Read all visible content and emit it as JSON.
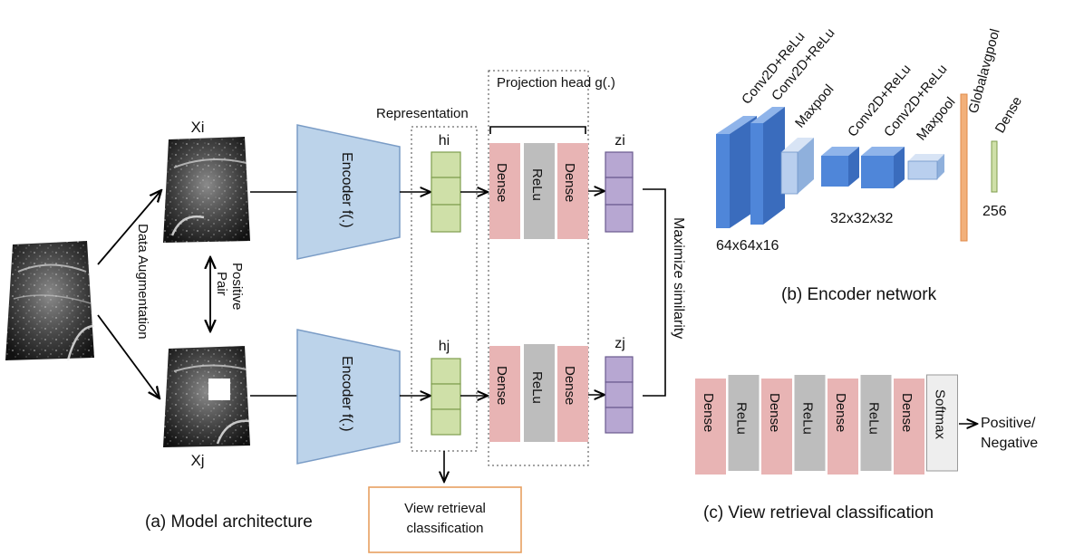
{
  "labels": {
    "xi": "Xi",
    "xj": "Xj",
    "data_augmentation": "Data Augmentation",
    "positive_pair_line1": "Positive",
    "positive_pair_line2": "Pair",
    "encoder": "Encoder f(.)",
    "representation": "Representation",
    "projection_head": "Projection head  g(.)",
    "hi": "hi",
    "hj": "hj",
    "zi": "zi",
    "zj": "zj",
    "dense": "Dense",
    "relu": "ReLu",
    "maximize_similarity": "Maximize similarity",
    "view_retrieval_line1": "View retrieval",
    "view_retrieval_line2": "classification",
    "caption_a": "(a) Model architecture",
    "caption_b": "(b) Encoder network",
    "caption_c": "(c) View retrieval classification"
  },
  "encoder_network": {
    "layer_labels": [
      "Conv2D+ReLu",
      "Conv2D+ReLu",
      "Maxpool",
      "Conv2D+ReLu",
      "Conv2D+ReLu",
      "Maxpool",
      "Globalavgpool",
      "Dense"
    ],
    "dims": [
      "64x64x16",
      "32x32x32",
      "256"
    ]
  },
  "classifier": {
    "layers": [
      "Dense",
      "ReLu",
      "Dense",
      "ReLu",
      "Dense",
      "ReLu",
      "Dense",
      "Softmax"
    ],
    "output_line1": "Positive/",
    "output_line2": "Negative"
  },
  "colors": {
    "encoder_fill": "#bcd3ea",
    "encoder_stroke": "#7a9cc6",
    "dense_fill": "#e8b4b4",
    "relu_fill": "#bdbdbd",
    "rep_fill": "#cfe0a8",
    "rep_stroke": "#7f9d4e",
    "proj_fill": "#b7a7d2",
    "proj_stroke": "#6a5a8e",
    "cube_front": "#4f86d9",
    "cube_top": "#8fb4ea",
    "cube_side": "#3a6cbd",
    "pool_front": "#b9cfee",
    "gap_fill": "#f2b07a",
    "orange_border": "#e8a060"
  }
}
